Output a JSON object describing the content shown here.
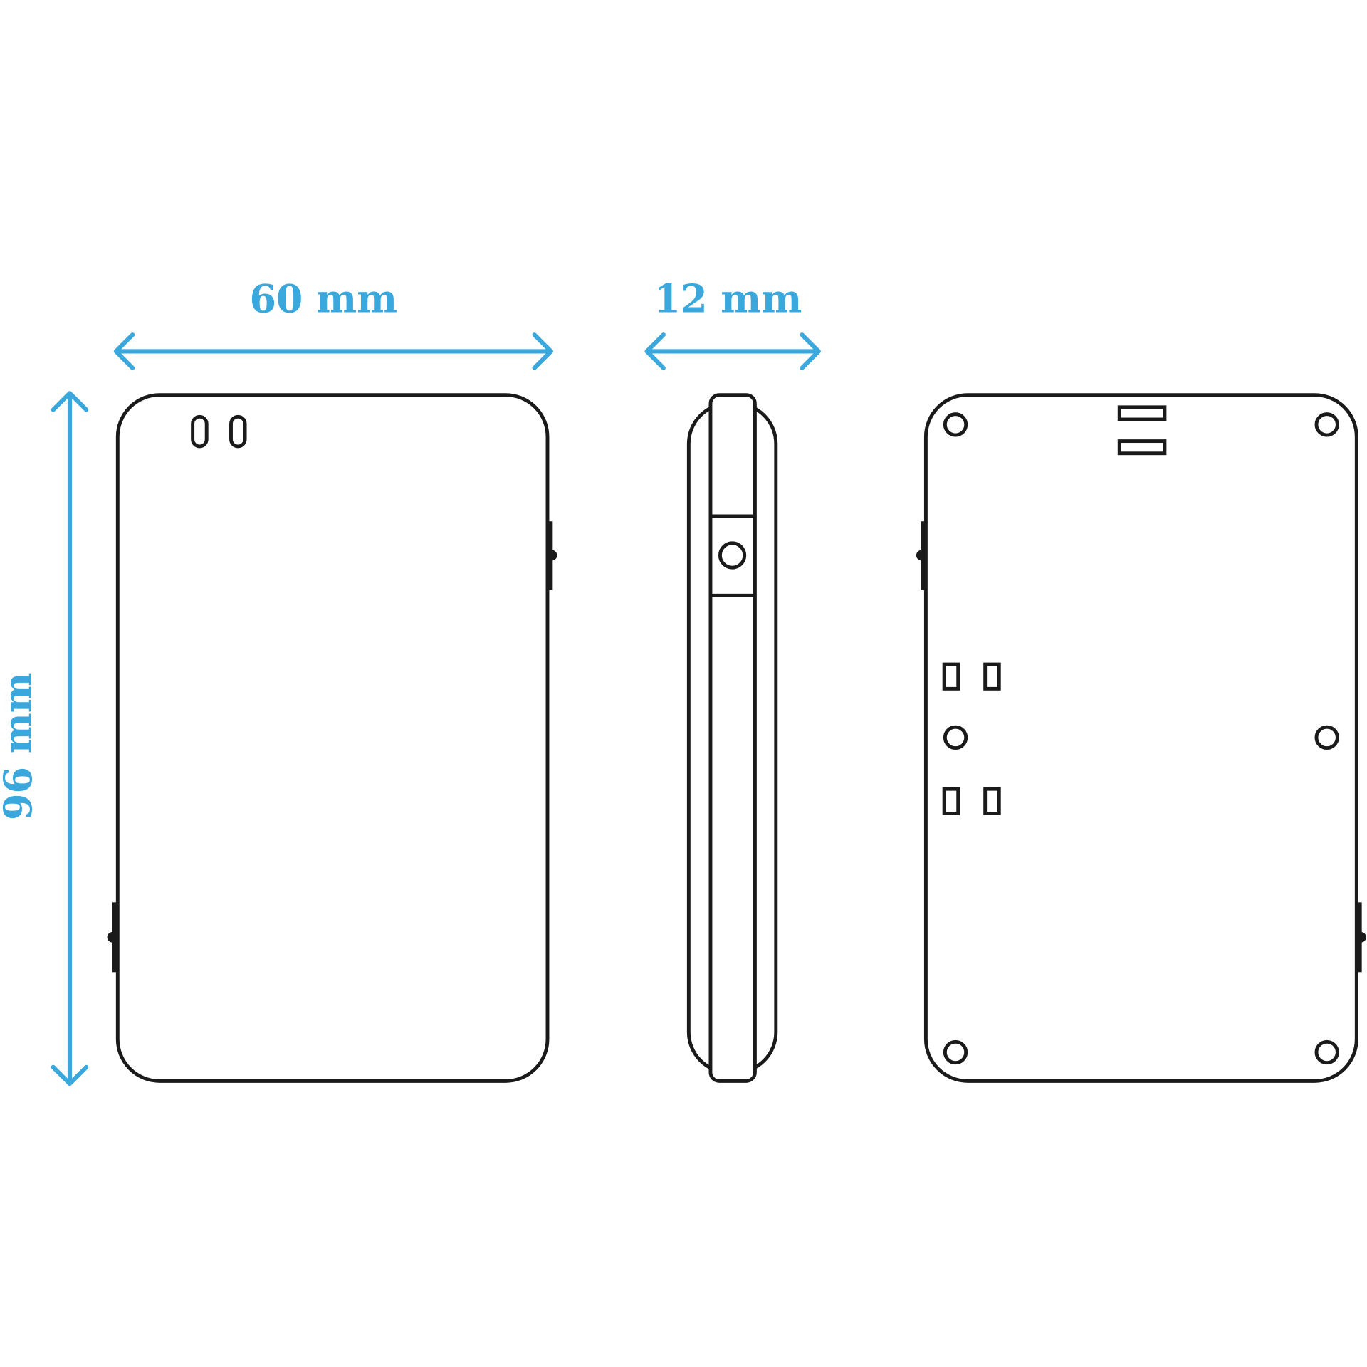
{
  "dimensions": {
    "width_label": "60 mm",
    "depth_label": "12 mm",
    "height_label": "96 mm"
  },
  "colors": {
    "dimension": "#3aa8dc",
    "outline": "#1a1a1a"
  }
}
